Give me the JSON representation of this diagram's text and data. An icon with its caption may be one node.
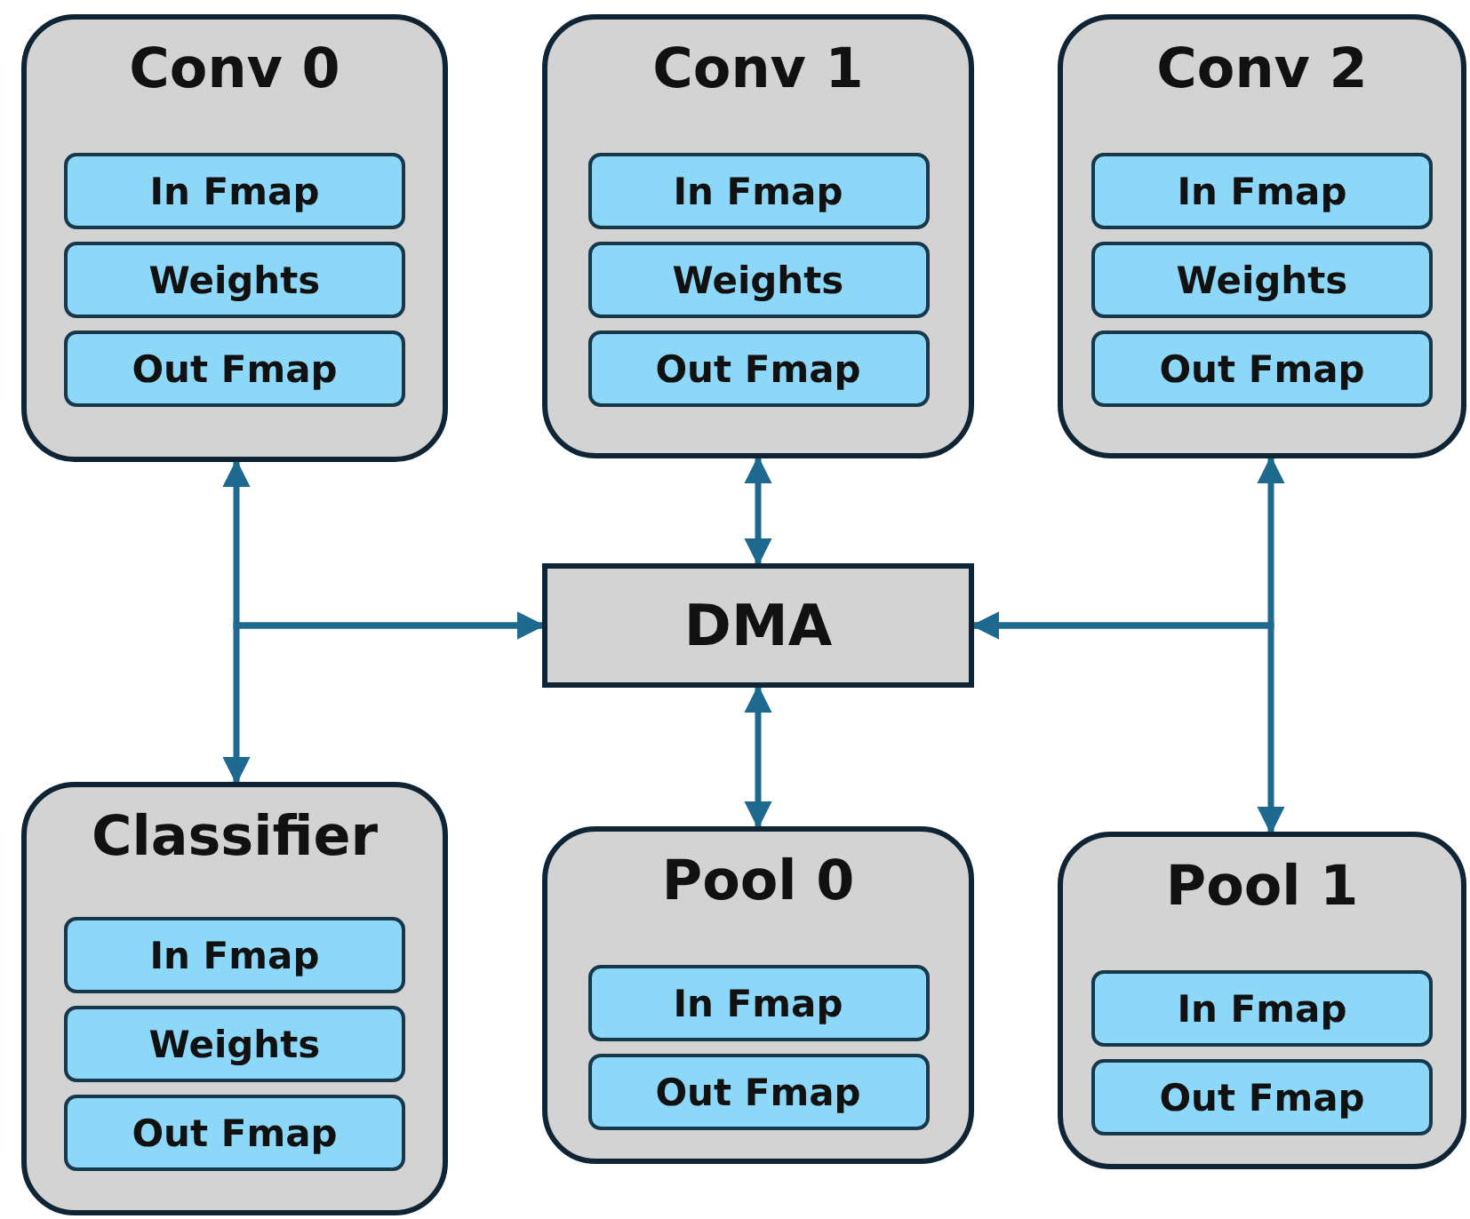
{
  "diagram": {
    "nodes": [
      {
        "text": [
          "Conv 0"
        ]
      },
      {
        "text": [
          "In Fmap"
        ],
        "in": 0
      },
      {
        "text": [
          "Weights"
        ],
        "in": 0
      },
      {
        "text": [
          "Out Fmap"
        ],
        "in": 0
      },
      {
        "text": [
          "Conv 1"
        ]
      },
      {
        "text": [
          "In Fmap"
        ],
        "in": 4
      },
      {
        "text": [
          "Weights"
        ],
        "in": 4
      },
      {
        "text": [
          "Out Fmap"
        ],
        "in": 4
      },
      {
        "text": [
          "Conv 2"
        ]
      },
      {
        "text": [
          "In Fmap"
        ],
        "in": 8
      },
      {
        "text": [
          "Weights"
        ],
        "in": 8
      },
      {
        "text": [
          "Out Fmap"
        ],
        "in": 8
      },
      {
        "text": [
          "DMA"
        ]
      },
      {
        "text": [
          "Classifier"
        ]
      },
      {
        "text": [
          "In Fmap"
        ],
        "in": 13
      },
      {
        "text": [
          "Weights"
        ],
        "in": 13
      },
      {
        "text": [
          "Out Fmap"
        ],
        "in": 13
      },
      {
        "text": [
          "Pool 0"
        ]
      },
      {
        "text": [
          "In Fmap"
        ],
        "in": 17
      },
      {
        "text": [
          "Out Fmap"
        ],
        "in": 17
      },
      {
        "text": [
          "Pool 1"
        ]
      },
      {
        "text": [
          "In Fmap"
        ],
        "in": 20
      },
      {
        "text": [
          "Out Fmap"
        ],
        "in": 20
      }
    ],
    "edges": [
      {
        "from": 12,
        "to": 0,
        "arrow": "both"
      },
      {
        "from": 12,
        "to": 13,
        "arrow": "both"
      },
      {
        "from": 12,
        "to": 4,
        "arrow": "both"
      },
      {
        "from": 12,
        "to": 17,
        "arrow": "both"
      },
      {
        "from": 12,
        "to": 8,
        "arrow": "both"
      },
      {
        "from": 12,
        "to": 20,
        "arrow": "both"
      }
    ]
  }
}
